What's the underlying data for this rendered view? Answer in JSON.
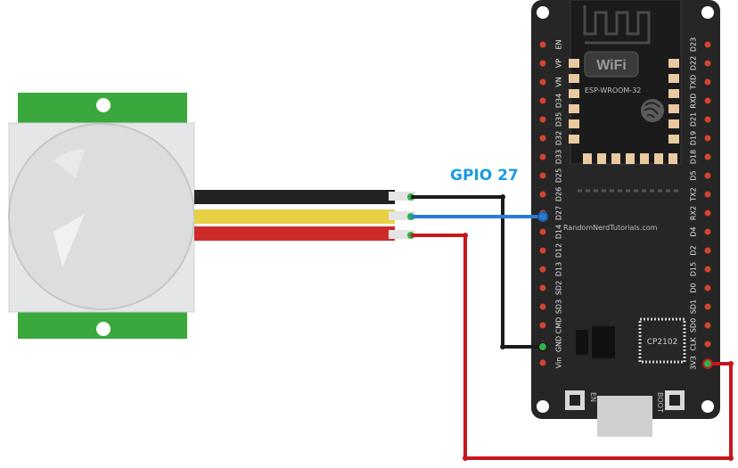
{
  "annotation": {
    "gpio_label": "GPIO 27",
    "color": "#1a9be6"
  },
  "board": {
    "left_pins": [
      "EN",
      "VP",
      "VN",
      "D34",
      "D35",
      "D32",
      "D33",
      "D25",
      "D26",
      "D27",
      "D14",
      "D12",
      "D13",
      "SD2",
      "SD3",
      "CMD",
      "GND",
      "Vin"
    ],
    "right_pins": [
      "D23",
      "D22",
      "TXD",
      "RXD",
      "D21",
      "D19",
      "D18",
      "D5",
      "TX2",
      "RX2",
      "D4",
      "D2",
      "D15",
      "D0",
      "SD1",
      "SD0",
      "CLK",
      "3V3"
    ],
    "module_label": "ESP-WROOM-32",
    "wifi_logo": "WiFi",
    "watermark": "RandomNerdTutorials.com",
    "usb_chip": "CP2102",
    "en_button": "EN",
    "boot_button": "BOOT"
  },
  "wires": {
    "gnd_color": "#1a1a1a",
    "signal_color": "#2a7bd6",
    "power_color": "#c8161d"
  }
}
